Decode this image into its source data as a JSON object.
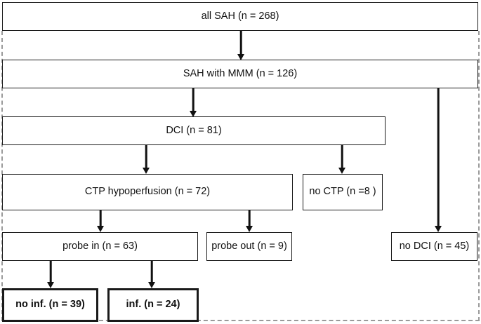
{
  "figure": {
    "kind": "flowchart",
    "title_present": false,
    "background_color": "#ffffff",
    "line_color": "#111111",
    "dashed_frame_color": "#9a9a9a"
  },
  "nodes": [
    {
      "id": "all-sah",
      "label": "all SAH (n = 268)",
      "emphasis": "normal"
    },
    {
      "id": "sah-with-mmm",
      "label": "SAH with MMM (n = 126)",
      "emphasis": "normal"
    },
    {
      "id": "dci",
      "label": "DCI (n = 81)",
      "emphasis": "normal"
    },
    {
      "id": "ctp-hypoperfusion",
      "label": "CTP hypoperfusion (n = 72)",
      "emphasis": "normal"
    },
    {
      "id": "no-ctp",
      "label": "no CTP (n =8 )",
      "emphasis": "normal"
    },
    {
      "id": "probe-in",
      "label": "probe in (n = 63)",
      "emphasis": "normal"
    },
    {
      "id": "probe-out",
      "label": "probe out (n = 9)",
      "emphasis": "normal"
    },
    {
      "id": "no-dci",
      "label": "no DCI (n = 45)",
      "emphasis": "normal"
    },
    {
      "id": "no-inf",
      "label": "no inf. (n = 39)",
      "emphasis": "bold"
    },
    {
      "id": "inf",
      "label": "inf. (n = 24)",
      "emphasis": "bold"
    }
  ],
  "edges": [
    {
      "from": "all-sah",
      "to": "sah-with-mmm",
      "arrow": true
    },
    {
      "from": "sah-with-mmm",
      "to": "dci",
      "arrow": true
    },
    {
      "from": "sah-with-mmm",
      "to": "no-dci",
      "arrow": true
    },
    {
      "from": "dci",
      "to": "ctp-hypoperfusion",
      "arrow": true
    },
    {
      "from": "dci",
      "to": "no-ctp",
      "arrow": true
    },
    {
      "from": "ctp-hypoperfusion",
      "to": "probe-in",
      "arrow": true
    },
    {
      "from": "ctp-hypoperfusion",
      "to": "probe-out",
      "arrow": true
    },
    {
      "from": "probe-in",
      "to": "no-inf",
      "arrow": true
    },
    {
      "from": "probe-in",
      "to": "inf",
      "arrow": true
    }
  ],
  "counts": {
    "all_sah": 268,
    "sah_with_mmm": 126,
    "dci": 81,
    "no_dci": 45,
    "ctp_hypoperfusion": 72,
    "no_ctp": 8,
    "probe_in": 63,
    "probe_out": 9,
    "no_infarction": 39,
    "infarction": 24
  }
}
